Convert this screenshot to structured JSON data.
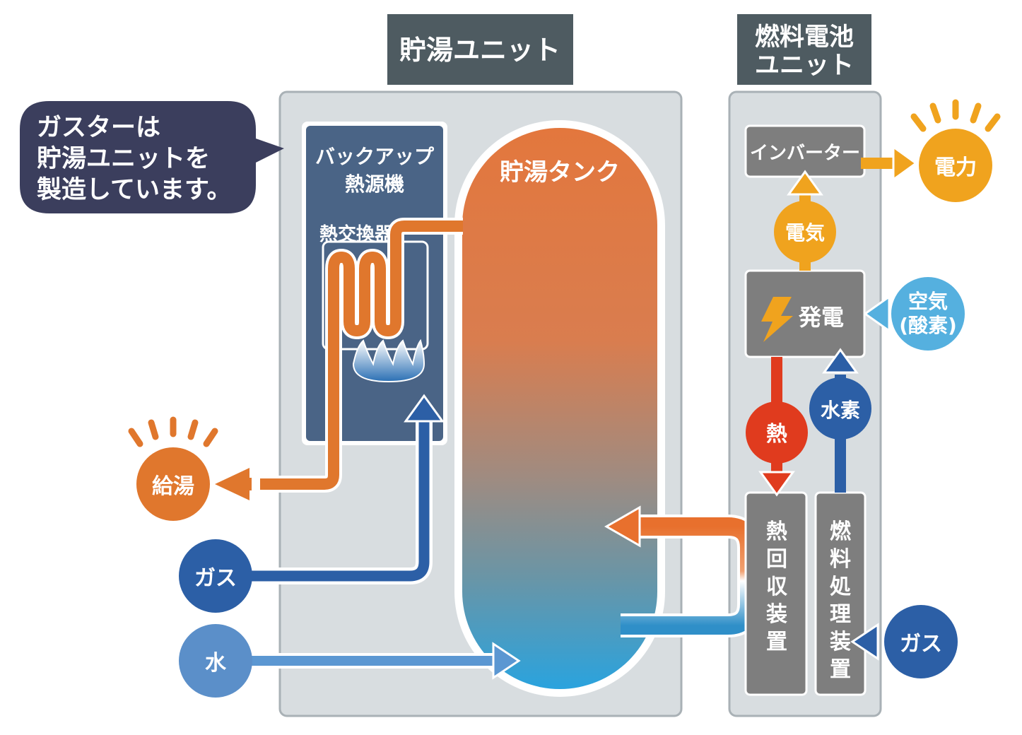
{
  "storage_unit": {
    "title": "貯湯ユニット"
  },
  "fuel_cell_unit": {
    "title_line1": "燃料電池",
    "title_line2": "ユニット"
  },
  "callout": {
    "line1": "ガスターは",
    "line2": "貯湯ユニットを",
    "line3": "製造しています。"
  },
  "backup_heater": {
    "line1": "バックアップ",
    "line2": "熱源機"
  },
  "heat_exchanger": {
    "label": "熱交換器"
  },
  "tank": {
    "label": "貯湯タンク"
  },
  "hot_water_supply": {
    "label": "給湯"
  },
  "gas_left": {
    "label": "ガス"
  },
  "water": {
    "label": "水"
  },
  "inverter": {
    "label": "インバーター"
  },
  "power_output": {
    "label": "電力"
  },
  "electricity": {
    "label": "電気"
  },
  "generation": {
    "label": "発電"
  },
  "air": {
    "line1": "空気",
    "line2": "(酸素)"
  },
  "heat": {
    "label": "熱"
  },
  "hydrogen": {
    "label": "水素"
  },
  "heat_recovery": {
    "chars": [
      "熱",
      "回",
      "収",
      "装",
      "置"
    ]
  },
  "fuel_processor": {
    "chars": [
      "燃",
      "料",
      "処",
      "理",
      "装",
      "置"
    ]
  },
  "gas_right": {
    "label": "ガス"
  },
  "colors": {
    "orange": "#e07a2c",
    "blue": "#2c5fa6",
    "light_blue": "#55b0df",
    "red": "#e03b1e",
    "gray_box": "#7e7e7e",
    "dark_header": "#4e5b61",
    "panel": "#d8dde0",
    "navy": "#3b3e5d"
  }
}
